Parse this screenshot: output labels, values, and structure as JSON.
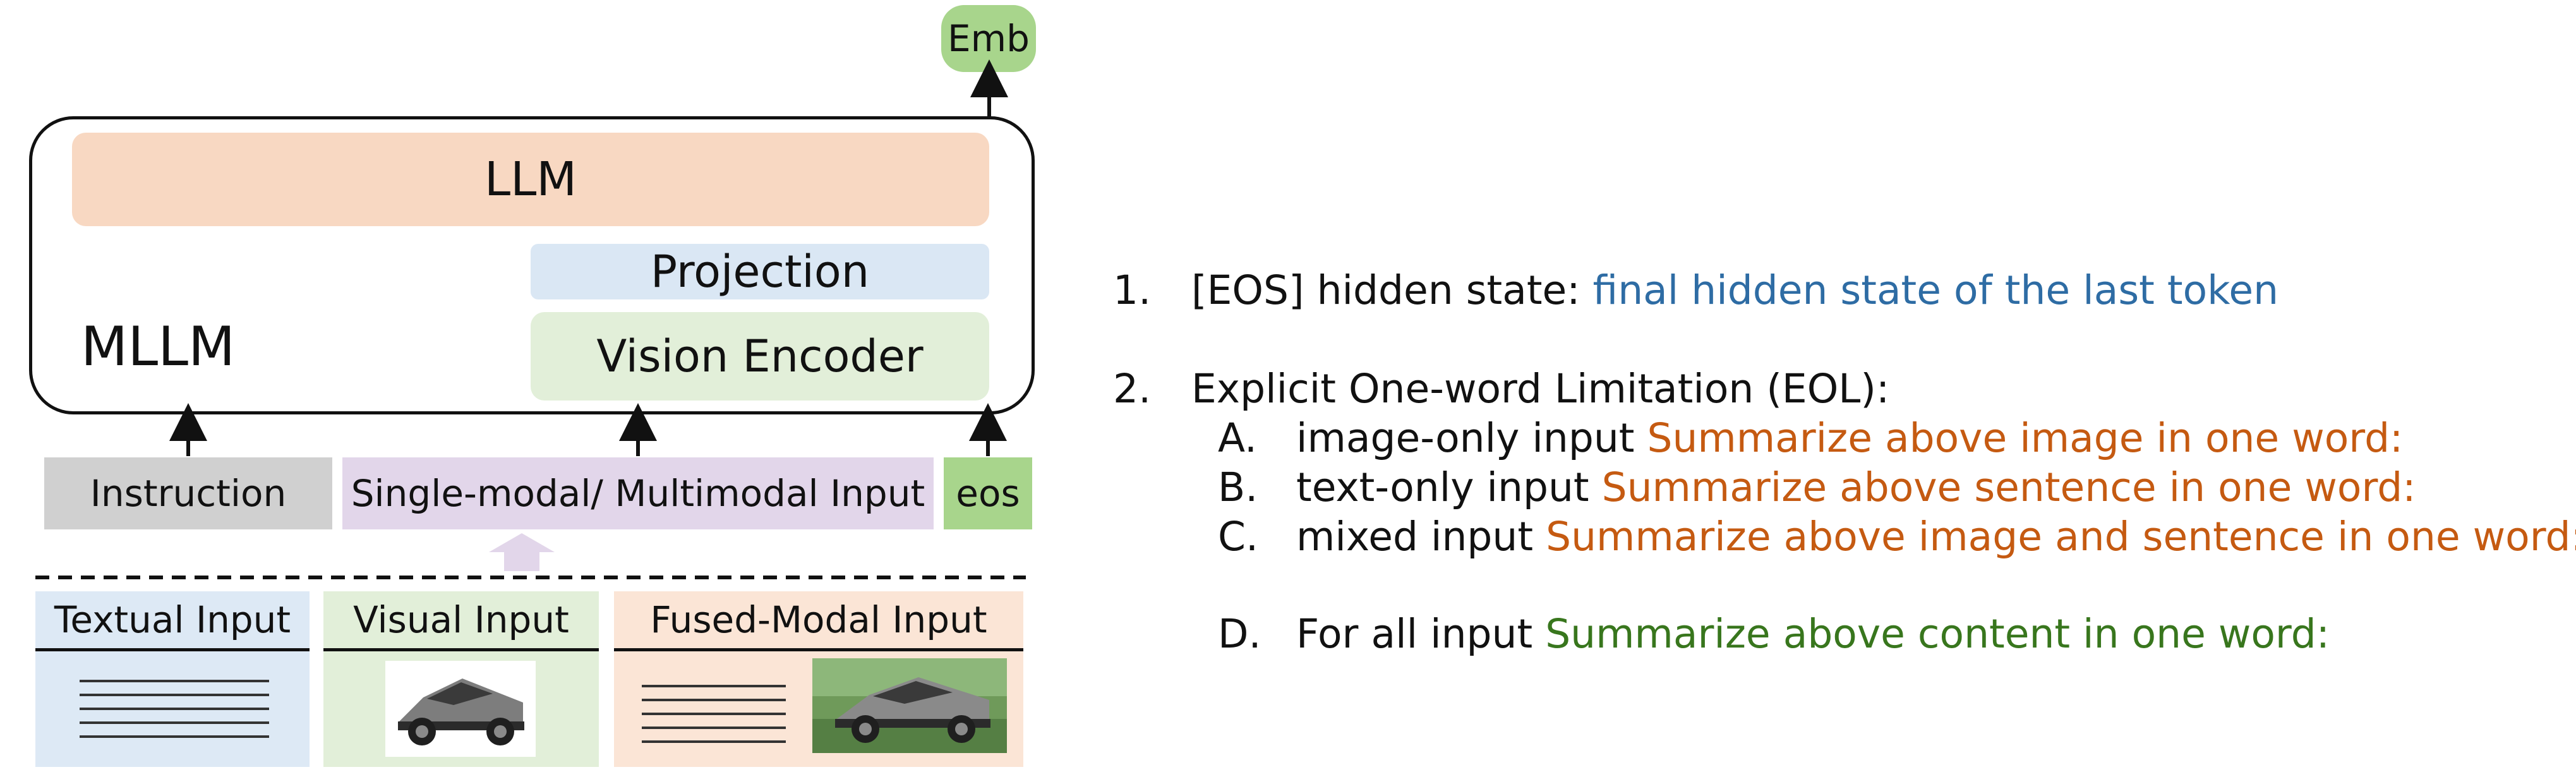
{
  "diagram": {
    "emb_label": "Emb",
    "llm_label": "LLM",
    "projection_label": "Projection",
    "vision_encoder_label": "Vision Encoder",
    "mllm_label": "MLLM",
    "instruction_label": "Instruction",
    "input_label": "Single-modal/ Multimodal Input",
    "eos_label": "eos",
    "textual_input_label": "Textual Input",
    "visual_input_label": "Visual Input",
    "fused_input_label": "Fused-Modal Input"
  },
  "notes": {
    "item1": {
      "number": "1.",
      "label": "[EOS] hidden state: ",
      "highlight": "final hidden state of the last token"
    },
    "item2": {
      "number": "2.",
      "label": "Explicit One-word Limitation (EOL):"
    },
    "sub_items": [
      {
        "letter": "A.",
        "text": "image-only input ",
        "prompt": "Summarize above image in one word:"
      },
      {
        "letter": "B.",
        "text": "text-only input ",
        "prompt": "Summarize above sentence in one word:"
      },
      {
        "letter": "C.",
        "text": "mixed input ",
        "prompt": "Summarize above image and sentence in one word:"
      },
      {
        "letter": "D.",
        "text": "For all input ",
        "prompt": "Summarize above content in one word:"
      }
    ]
  },
  "colors": {
    "emb_fill": "#a8d58c",
    "llm_fill": "#f8d8c2",
    "projection_fill": "#dae7f4",
    "vision_fill": "#e2efd9",
    "instruction_fill": "#d0d0d0",
    "input_fill": "#e2d6ea",
    "eos_fill": "#a8d58c",
    "textual_fill": "#dde9f5",
    "visual_fill": "#e2efd9",
    "fused_fill": "#fbe5d6",
    "blue_text": "#2e6ca4",
    "orange_text": "#c55a11",
    "green_text": "#38761d"
  }
}
